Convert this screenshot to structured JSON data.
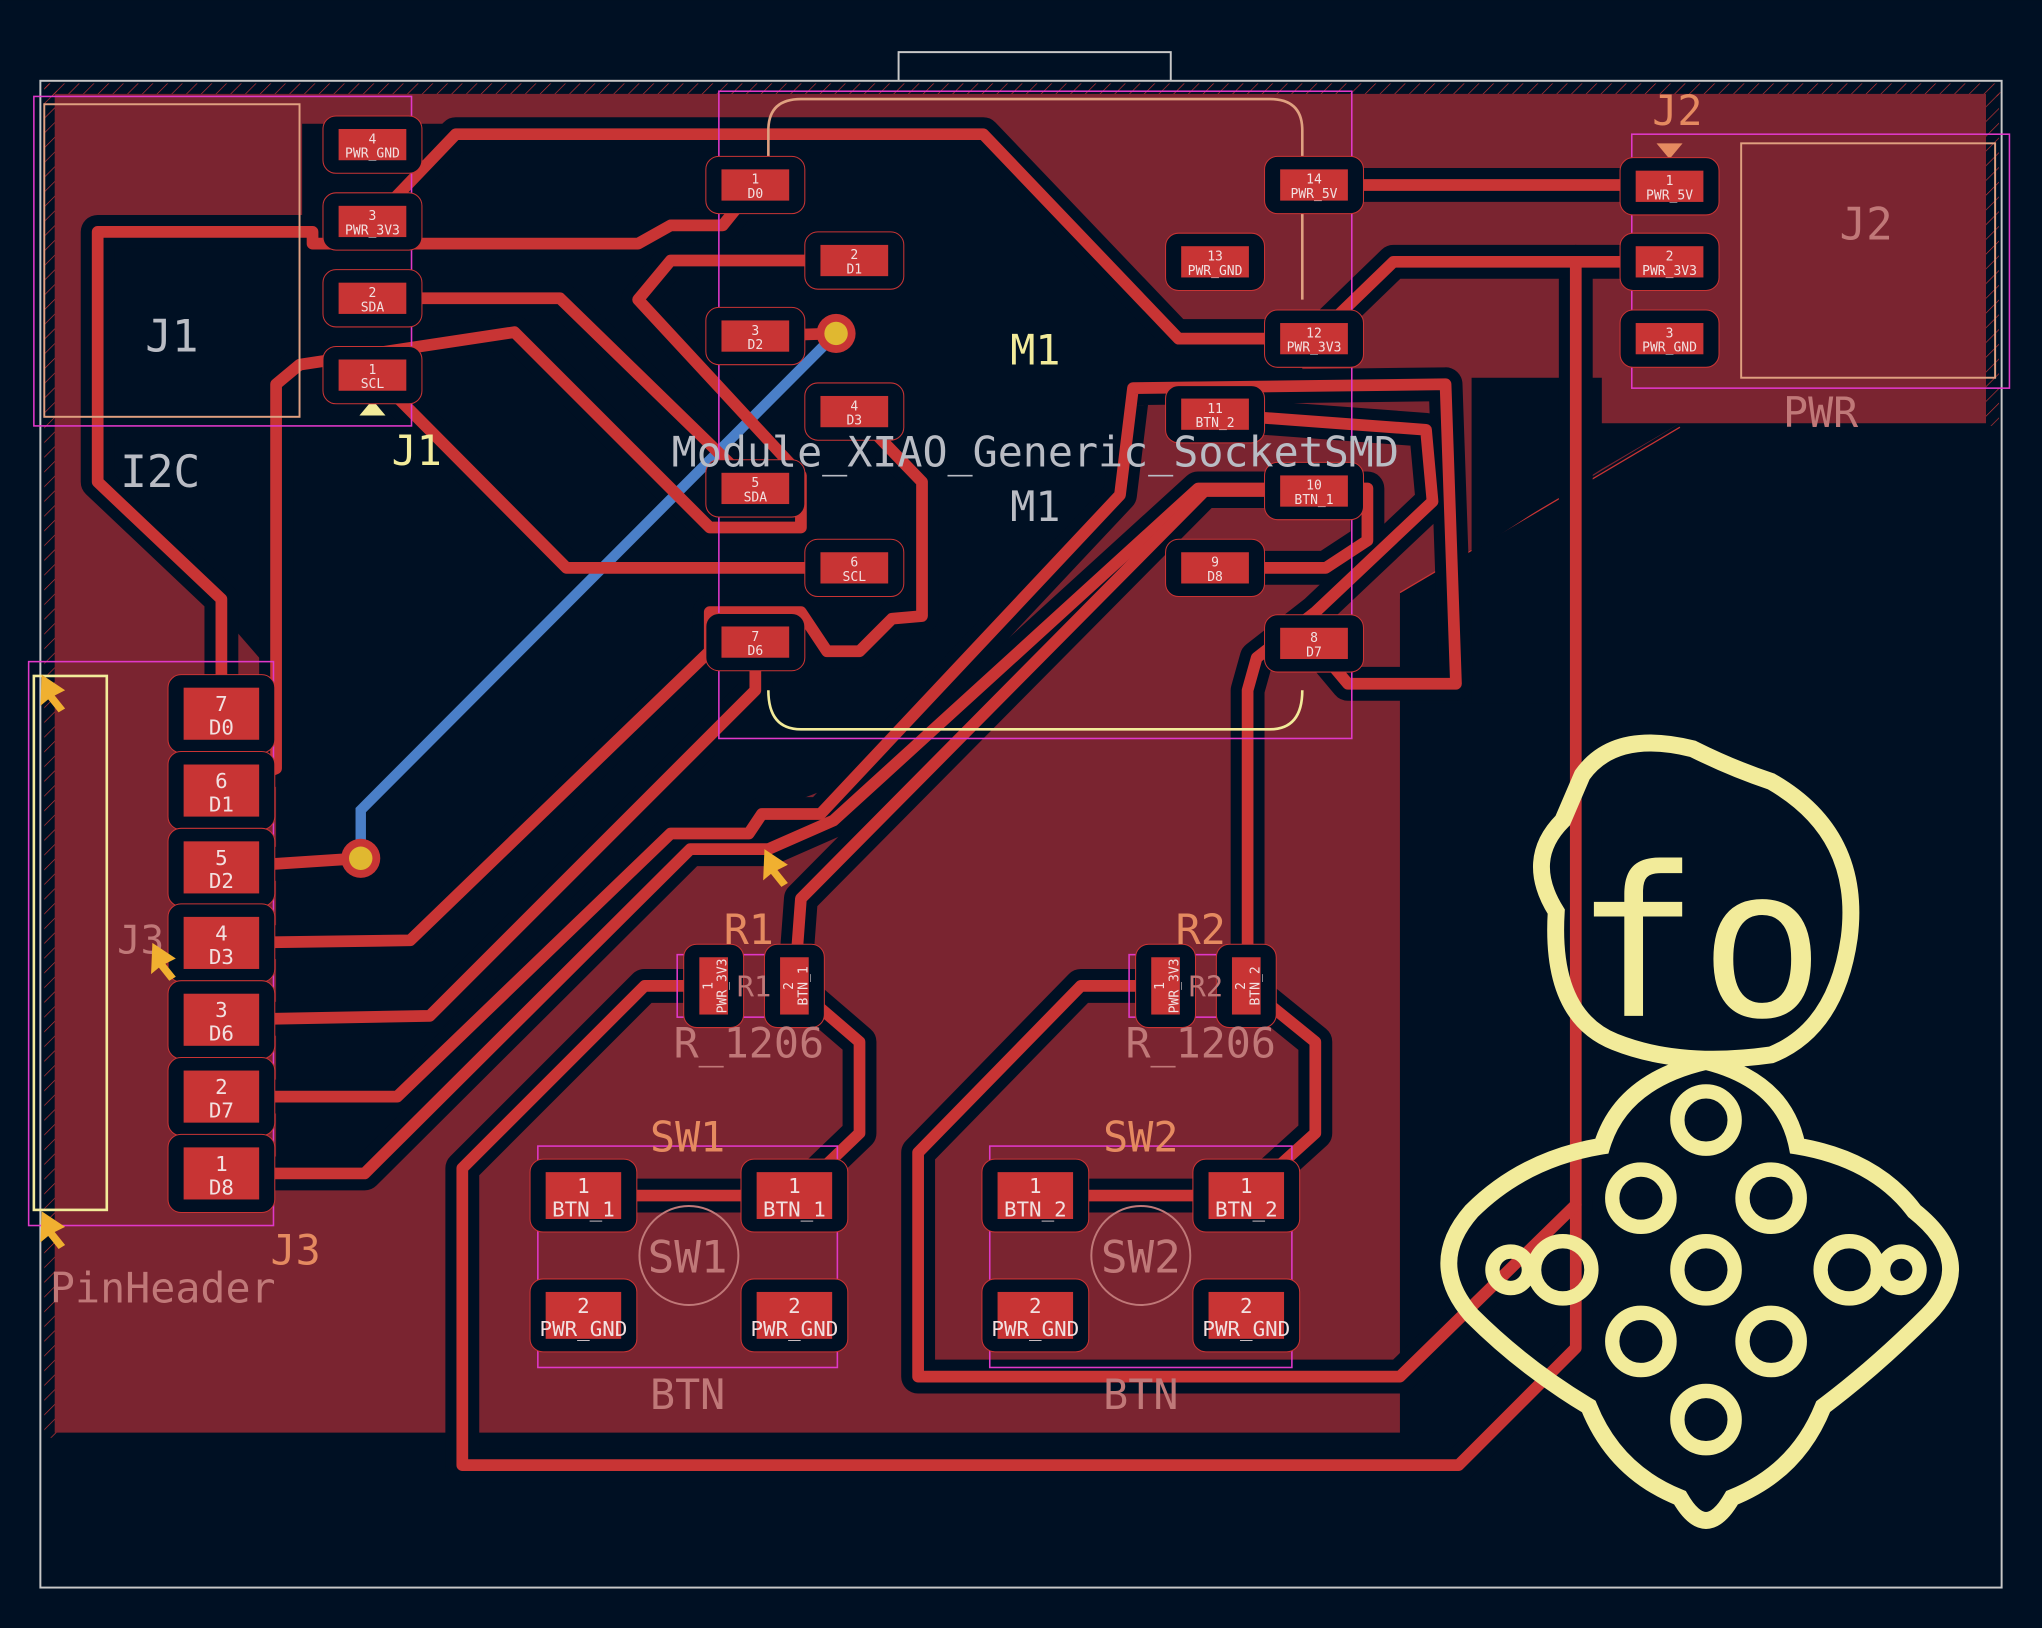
{
  "colors": {
    "background": "#001023",
    "copper": "#c83434",
    "zone": "#7a2430",
    "via": "#e0b830",
    "back_copper": "#4a7fc8",
    "silk": "#f2eb9a",
    "courtyard": "#e038c8"
  },
  "footprints": {
    "J1": {
      "ref": "J1",
      "value": "I2C",
      "pads": [
        {
          "num": "4",
          "net": "PWR_GND"
        },
        {
          "num": "3",
          "net": "PWR_3V3"
        },
        {
          "num": "2",
          "net": "SDA"
        },
        {
          "num": "1",
          "net": "SCL"
        }
      ]
    },
    "J2": {
      "ref": "J2",
      "value": "PWR",
      "pads": [
        {
          "num": "1",
          "net": "PWR_5V"
        },
        {
          "num": "2",
          "net": "PWR_3V3"
        },
        {
          "num": "3",
          "net": "PWR_GND"
        }
      ]
    },
    "M1": {
      "ref": "M1",
      "value": "Module_XIAO_Generic_SocketSMD",
      "pads": [
        {
          "num": "1",
          "net": "D0"
        },
        {
          "num": "2",
          "net": "D1"
        },
        {
          "num": "3",
          "net": "D2"
        },
        {
          "num": "4",
          "net": "D3"
        },
        {
          "num": "5",
          "net": "SDA"
        },
        {
          "num": "6",
          "net": "SCL"
        },
        {
          "num": "7",
          "net": "D6"
        },
        {
          "num": "8",
          "net": "D7"
        },
        {
          "num": "9",
          "net": "D8"
        },
        {
          "num": "10",
          "net": "BTN_1"
        },
        {
          "num": "11",
          "net": "BTN_2"
        },
        {
          "num": "12",
          "net": "PWR_3V3"
        },
        {
          "num": "13",
          "net": "PWR_GND"
        },
        {
          "num": "14",
          "net": "PWR_5V"
        }
      ]
    },
    "J3": {
      "ref": "J3",
      "value": "PinHeader",
      "pads": [
        {
          "num": "7",
          "net": "D0"
        },
        {
          "num": "6",
          "net": "D1"
        },
        {
          "num": "5",
          "net": "D2"
        },
        {
          "num": "4",
          "net": "D3"
        },
        {
          "num": "3",
          "net": "D6"
        },
        {
          "num": "2",
          "net": "D7"
        },
        {
          "num": "1",
          "net": "D8"
        }
      ]
    },
    "R1": {
      "ref": "R1",
      "value": "R_1206",
      "pads": [
        {
          "num": "1",
          "net": "PWR_3V3"
        },
        {
          "num": "2",
          "net": "BTN_1"
        }
      ]
    },
    "R2": {
      "ref": "R2",
      "value": "R_1206",
      "pads": [
        {
          "num": "1",
          "net": "PWR_3V3"
        },
        {
          "num": "2",
          "net": "BTN_2"
        }
      ]
    },
    "SW1": {
      "ref": "SW1",
      "value": "BTN",
      "pads": [
        {
          "num": "1",
          "net": "BTN_1"
        },
        {
          "num": "1",
          "net": "BTN_1"
        },
        {
          "num": "2",
          "net": "PWR_GND"
        },
        {
          "num": "2",
          "net": "PWR_GND"
        }
      ]
    },
    "SW2": {
      "ref": "SW2",
      "value": "BTN",
      "pads": [
        {
          "num": "1",
          "net": "BTN_2"
        },
        {
          "num": "1",
          "net": "BTN_2"
        },
        {
          "num": "2",
          "net": "PWR_GND"
        },
        {
          "num": "2",
          "net": "PWR_GND"
        }
      ]
    }
  },
  "logo_text": "fo"
}
